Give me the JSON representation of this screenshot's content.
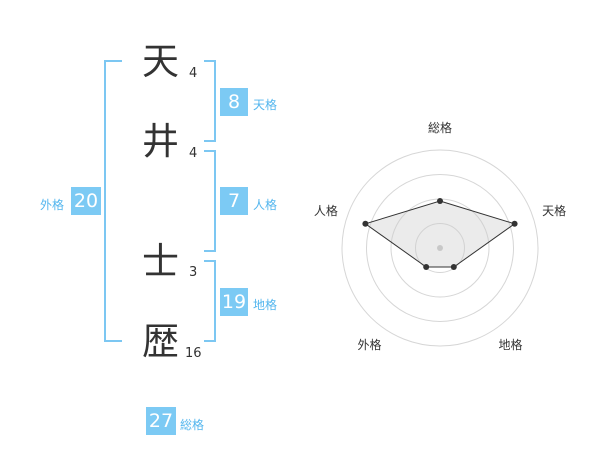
{
  "name_chars": [
    {
      "char": "天",
      "strokes": "4"
    },
    {
      "char": "井",
      "strokes": "4"
    },
    {
      "char": "士",
      "strokes": "3"
    },
    {
      "char": "歴",
      "strokes": "16"
    }
  ],
  "tenkaku": {
    "value": "8",
    "label": "天格"
  },
  "jinkaku": {
    "value": "7",
    "label": "人格"
  },
  "chikaku": {
    "value": "19",
    "label": "地格"
  },
  "gaikaku": {
    "value": "20",
    "label": "外格"
  },
  "soukaku": {
    "value": "27",
    "label": "総格"
  },
  "colors": {
    "accent": "#7ccaf4",
    "bracket": "#7cc7f2",
    "label": "#54b6ee"
  },
  "chart_data": {
    "type": "radar",
    "axes": [
      "総格",
      "天格",
      "地格",
      "外格",
      "人格"
    ],
    "values": [
      0.48,
      0.8,
      0.24,
      0.24,
      0.8
    ],
    "rings": 4,
    "grid": true
  }
}
